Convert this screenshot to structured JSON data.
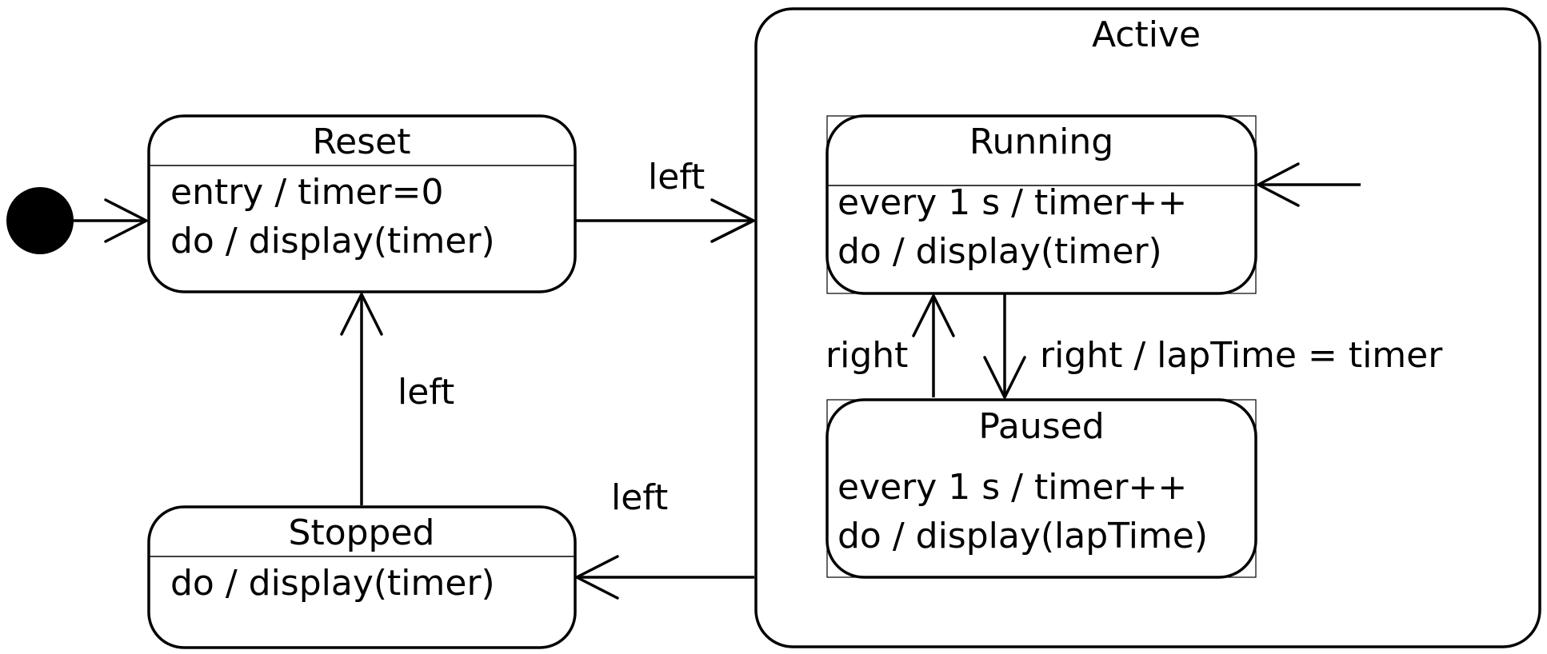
{
  "states": {
    "reset": {
      "title": "Reset",
      "line1": "entry / timer=0",
      "line2": "do / display(timer)"
    },
    "stopped": {
      "title": "Stopped",
      "line1": "do / display(timer)"
    },
    "active": {
      "title": "Active"
    },
    "running": {
      "title": "Running",
      "line1": "every 1 s / timer++",
      "line2": "do / display(timer)"
    },
    "paused": {
      "title": "Paused",
      "line1": "every 1 s / timer++",
      "line2": "do / display(lapTime)"
    }
  },
  "transitions": {
    "reset_to_active": "left",
    "stopped_to_reset": "left",
    "active_to_stopped": "left",
    "paused_to_running": "right",
    "running_to_paused": "right / lapTime = timer"
  }
}
